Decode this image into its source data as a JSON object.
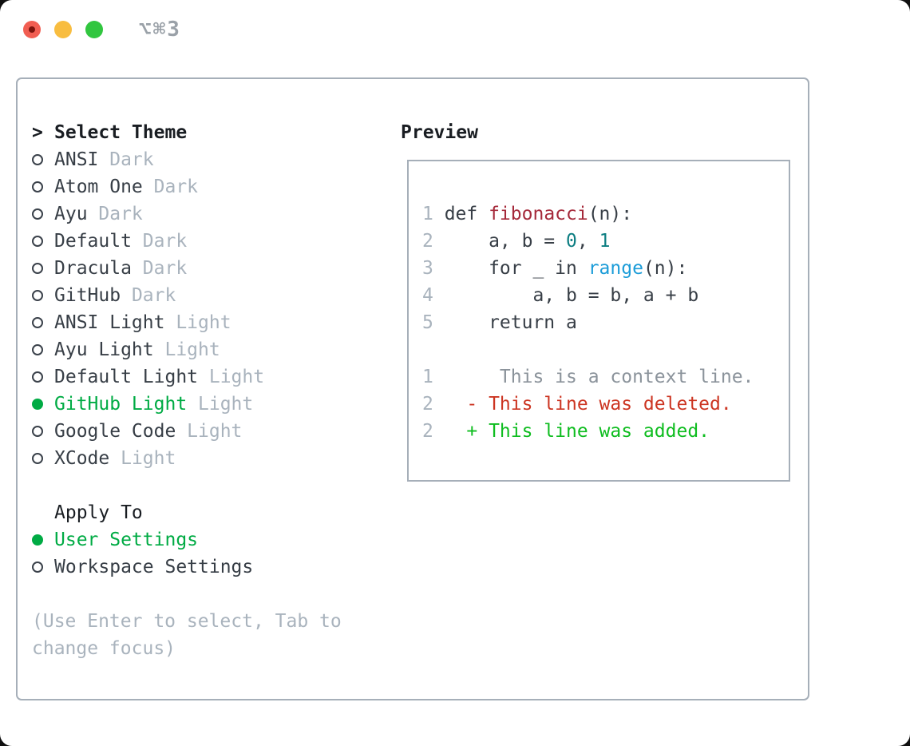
{
  "window": {
    "title": "⌥⌘3",
    "traffic_lights": [
      "close",
      "minimize",
      "zoom"
    ]
  },
  "colors": {
    "accent_green": "#00ab44",
    "added_green": "#0fbd20",
    "deleted_red": "#cc3522",
    "function_red": "#a5293a",
    "number_teal": "#0d7e82",
    "builtin_blue": "#1b9cd8",
    "text_dark": "#373e46",
    "text_muted": "#a9b3bd",
    "context_gray": "#8b939b",
    "border_gray": "#a6afb9"
  },
  "theme_picker": {
    "cursor": ">",
    "heading": "Select Theme",
    "items": [
      {
        "name": "ANSI",
        "variant": "Dark",
        "selected": false
      },
      {
        "name": "Atom One",
        "variant": "Dark",
        "selected": false
      },
      {
        "name": "Ayu",
        "variant": "Dark",
        "selected": false
      },
      {
        "name": "Default",
        "variant": "Dark",
        "selected": false
      },
      {
        "name": "Dracula",
        "variant": "Dark",
        "selected": false
      },
      {
        "name": "GitHub",
        "variant": "Dark",
        "selected": false
      },
      {
        "name": "ANSI Light",
        "variant": "Light",
        "selected": false
      },
      {
        "name": "Ayu Light",
        "variant": "Light",
        "selected": false
      },
      {
        "name": "Default Light",
        "variant": "Light",
        "selected": false
      },
      {
        "name": "GitHub Light",
        "variant": "Light",
        "selected": true
      },
      {
        "name": "Google Code",
        "variant": "Light",
        "selected": false
      },
      {
        "name": "XCode",
        "variant": "Light",
        "selected": false
      }
    ],
    "apply_to": {
      "heading": "Apply To",
      "options": [
        {
          "name": "User Settings",
          "selected": true
        },
        {
          "name": "Workspace Settings",
          "selected": false
        }
      ]
    },
    "hint": "(Use Enter to select, Tab to change focus)"
  },
  "preview": {
    "heading": "Preview",
    "lines": [
      {
        "no": "1",
        "segments": [
          {
            "t": "def ",
            "c": "plain"
          },
          {
            "t": "fibonacci",
            "c": "func"
          },
          {
            "t": "(n):",
            "c": "plain"
          }
        ]
      },
      {
        "no": "2",
        "segments": [
          {
            "t": "    a, b = ",
            "c": "plain"
          },
          {
            "t": "0",
            "c": "num"
          },
          {
            "t": ", ",
            "c": "plain"
          },
          {
            "t": "1",
            "c": "num"
          }
        ]
      },
      {
        "no": "3",
        "segments": [
          {
            "t": "    for _ in ",
            "c": "plain"
          },
          {
            "t": "range",
            "c": "builtin"
          },
          {
            "t": "(n):",
            "c": "plain"
          }
        ]
      },
      {
        "no": "4",
        "segments": [
          {
            "t": "        a, b = b, a + b",
            "c": "plain"
          }
        ]
      },
      {
        "no": "5",
        "segments": [
          {
            "t": "    return a",
            "c": "plain"
          }
        ]
      },
      {
        "no": "",
        "segments": []
      },
      {
        "no": "1",
        "segments": [
          {
            "t": "     This is a context line.",
            "c": "context"
          }
        ]
      },
      {
        "no": "2",
        "segments": [
          {
            "t": "  - This line was deleted.",
            "c": "deleted"
          }
        ]
      },
      {
        "no": "2",
        "segments": [
          {
            "t": "  + This line was added.",
            "c": "added"
          }
        ]
      }
    ]
  }
}
